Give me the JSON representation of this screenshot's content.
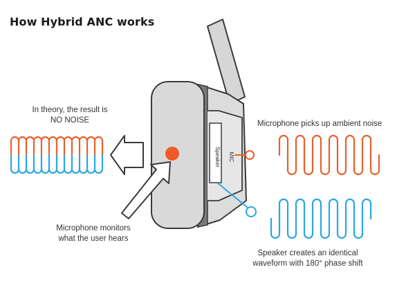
{
  "title": "How Hybrid ANC works",
  "labels": {
    "result_line1": "In theory, the result is",
    "result_line2": "NO NOISE",
    "mic_picks_up": "Microphone picks up ambient noise",
    "monitor_line1": "Microphone monitors",
    "monitor_line2": "what the user hears",
    "speaker_line1": "Speaker creates an identical",
    "speaker_line2": "waveform with 180° phase shift"
  },
  "device": {
    "speaker_text": "Speaker",
    "mic_text": "MIC"
  },
  "colors": {
    "noise": "#e8602c",
    "anti_noise": "#2aa6e0",
    "outline": "#3a3a3a",
    "shell": "#d9d9d9",
    "shell_dark": "#7a7a7a",
    "mic_dot": "#f05a28"
  }
}
